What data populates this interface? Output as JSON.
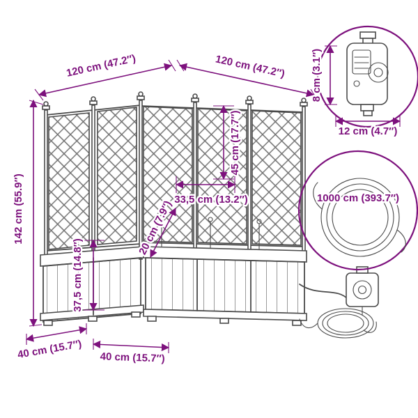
{
  "colors": {
    "dim-color": "#7d117d",
    "art-color": "#4a4a4a",
    "lattice-color": "#6e6e6e"
  },
  "diagram": {
    "kind": "product dimension diagram",
    "subject": "corner garden planter with trellis, water timer and irrigation hose",
    "dimensions": {
      "left_wing_width": "120 cm (47.2″)",
      "right_wing_width": "120 cm (47.2″)",
      "total_height": "142 cm (55.9″)",
      "trellis_clearance": "45 cm (17.7″)",
      "corner_spacing": "33,5 cm (13.2″)",
      "stake_height": "20 cm (7.9″)",
      "planter_box_height": "37,5 cm (14.8″)",
      "left_depth": "40 cm (15.7″)",
      "front_depth": "40 cm (15.7″)",
      "timer_height": "8 cm (3.1″)",
      "timer_width": "12 cm (4.7″)",
      "hose_length": "1000 cm (393.7″)"
    }
  }
}
